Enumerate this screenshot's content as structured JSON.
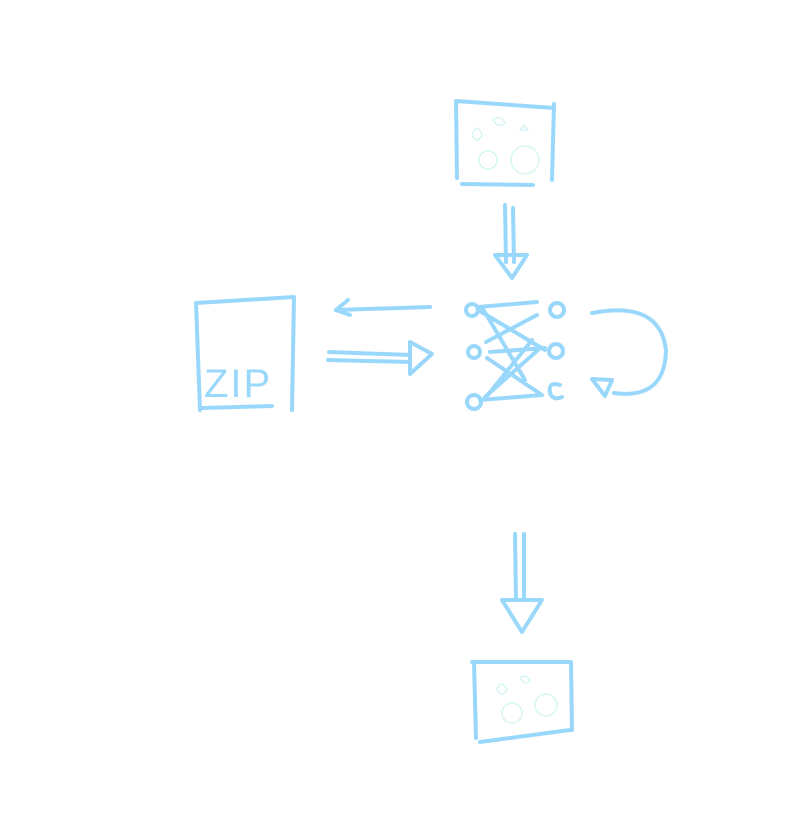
{
  "diagram": {
    "zip_label": "ZIP",
    "stroke_color": "#9ad8fb",
    "nodes": [
      "input-image",
      "neural-network",
      "zip-archive",
      "output-image"
    ]
  }
}
